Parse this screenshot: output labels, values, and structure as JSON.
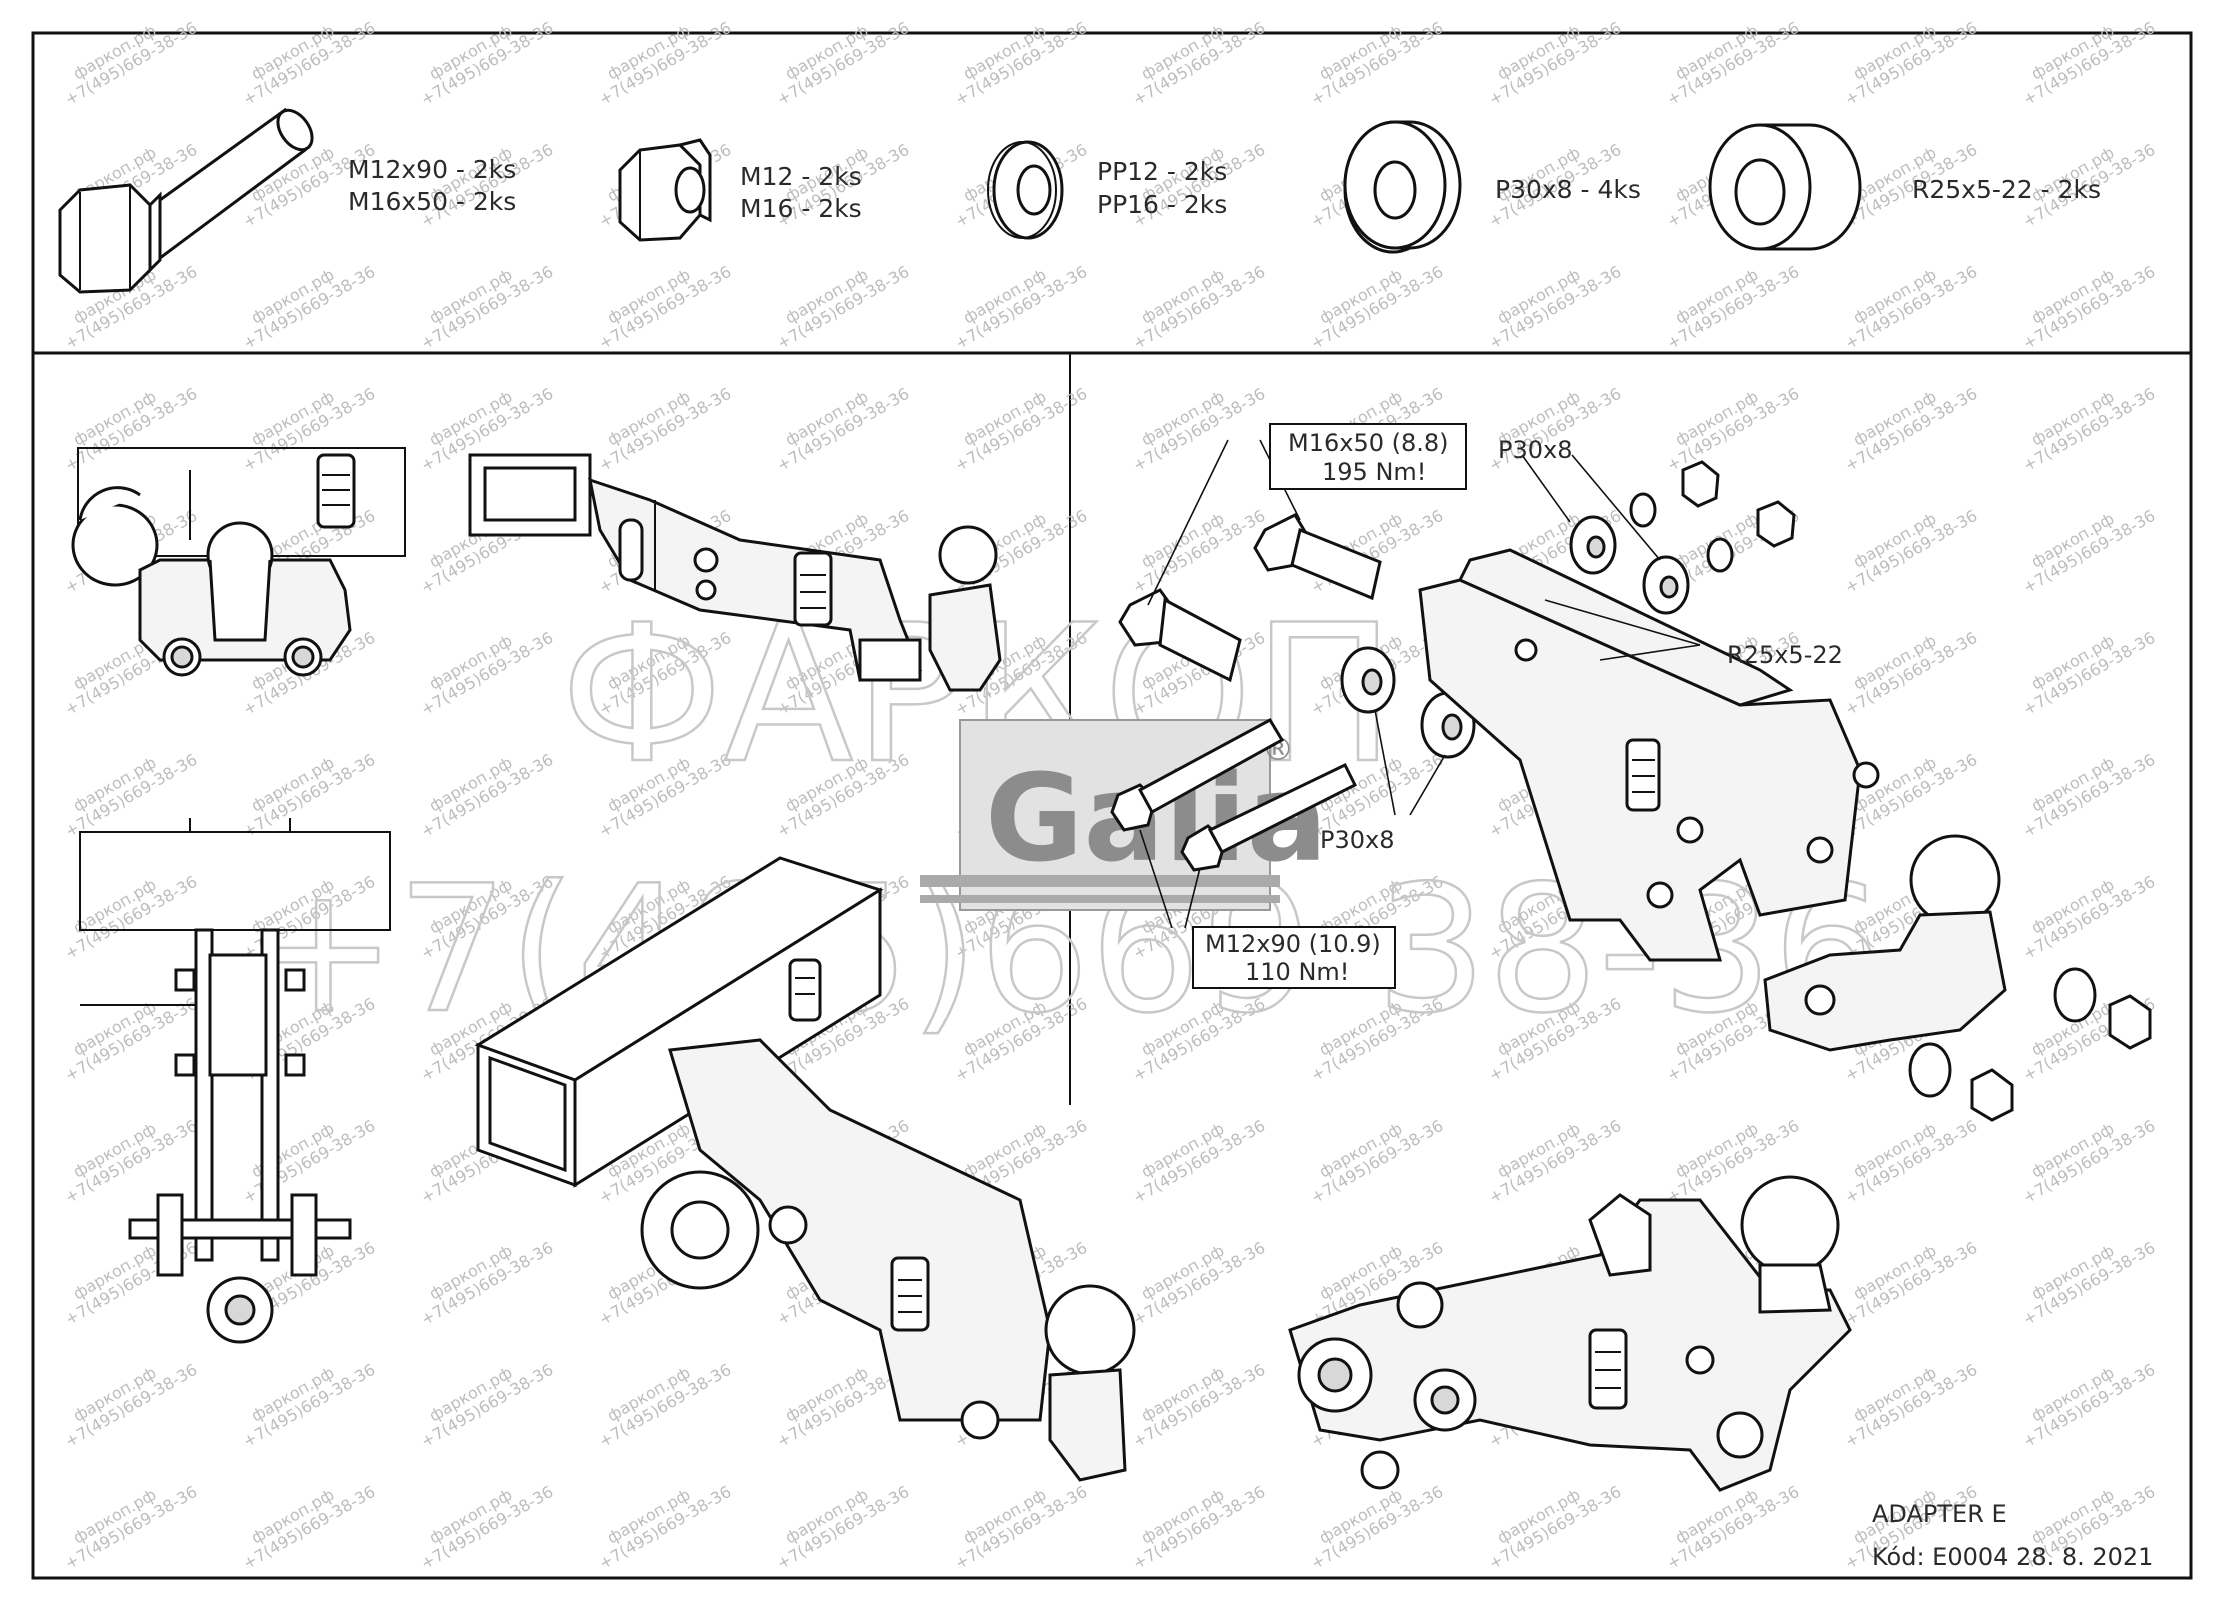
{
  "parts": [
    {
      "line1": "M12x90 - 2ks",
      "line2": "M16x50 - 2ks"
    },
    {
      "line1": "M12 - 2ks",
      "line2": "M16 - 2ks"
    },
    {
      "line1": "PP12 - 2ks",
      "line2": "PP16 - 2ks"
    },
    {
      "line1": "P30x8 - 4ks",
      "line2": ""
    },
    {
      "line1": "R25x5-22 - 2ks",
      "line2": ""
    }
  ],
  "callouts": {
    "bolt_m16_line1": "M16x50 (8.8)",
    "bolt_m16_line2": "195 Nm!",
    "spacer_top": "P30x8",
    "spacer_mid": "P30x8",
    "sleeve": "R25x5-22",
    "bolt_m12_line1": "M12x90 (10.9)",
    "bolt_m12_line2": "110 Nm!"
  },
  "footer": {
    "title": "ADAPTER E",
    "code": "Kód: E0004  28. 8. 2021"
  },
  "watermark": {
    "site": "фаркоп.рф",
    "phone": "+7(495)669-38-36",
    "brand": "ФАРКОП",
    "big_phone": "+7(495)669-38-36",
    "logo": "Galia"
  }
}
